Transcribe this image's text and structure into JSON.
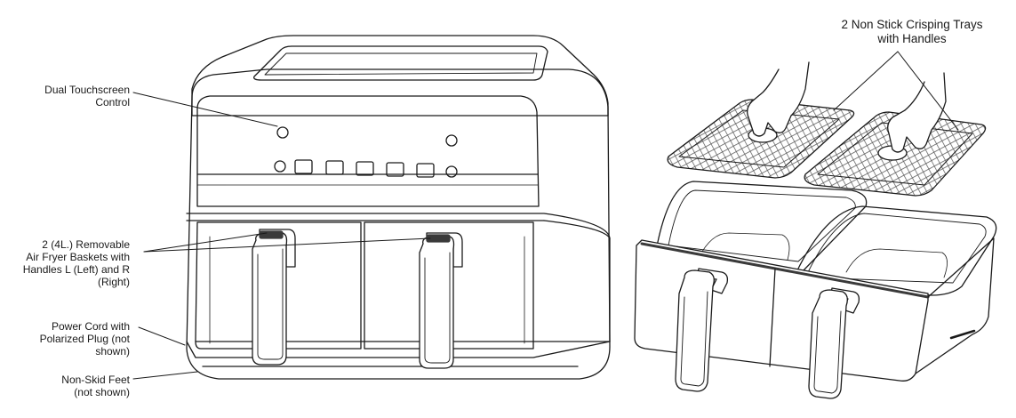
{
  "callouts": {
    "touchscreen": {
      "lines": [
        "Dual Touchscreen",
        "Control"
      ]
    },
    "baskets": {
      "lines": [
        "2 (4L.) Removable",
        "Air Fryer Baskets with",
        "Handles L (Left) and R",
        "(Right)"
      ]
    },
    "power_cord": {
      "lines": [
        "Power Cord with",
        "Polarized Plug (not",
        "shown)"
      ]
    },
    "feet": {
      "lines": [
        "Non-Skid Feet",
        "(not shown)"
      ]
    },
    "trays": {
      "lines": [
        "2 Non Stick Crisping Trays",
        "with Handles"
      ]
    }
  },
  "colors": {
    "line": "#1a1a1a",
    "handle": "#3a3a3a",
    "grill": "#555555"
  }
}
